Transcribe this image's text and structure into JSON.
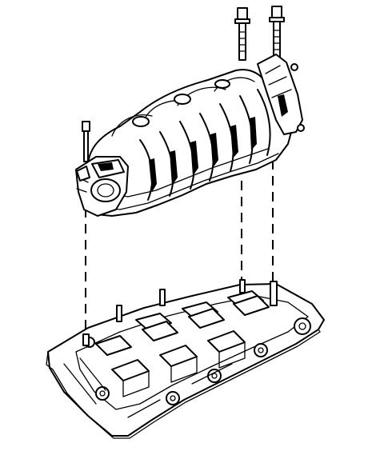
{
  "figure": {
    "kind": "exploded line drawing",
    "parts": [
      "upper-intake-manifold",
      "lower-intake-manifold",
      "throttle-body",
      "mounting-bolt",
      "mounting-stud"
    ],
    "line_color": "#000000",
    "background_color": "#ffffff"
  }
}
